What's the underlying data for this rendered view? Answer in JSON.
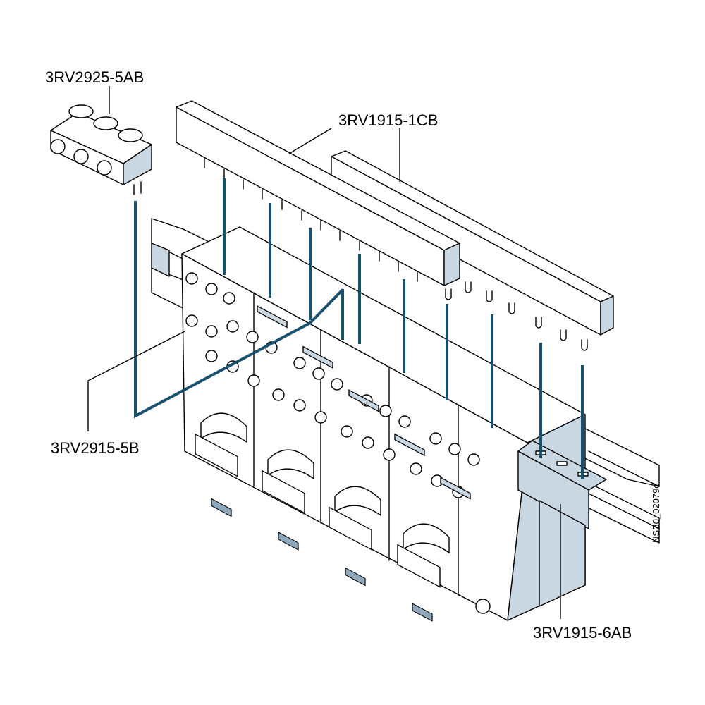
{
  "labels": {
    "aux_terminal": "3RV2925-5AB",
    "busbar": "3RV1915-1CB",
    "feed_terminal": "3RV2915-5B",
    "end_cap": "3RV1915-6AB",
    "drawing_code": "NSB0_02079c"
  },
  "colors": {
    "guide_line": "#19506e",
    "part_fill": "#c9d7e2",
    "part_shade": "#8fa8bc",
    "outline": "#000000"
  }
}
